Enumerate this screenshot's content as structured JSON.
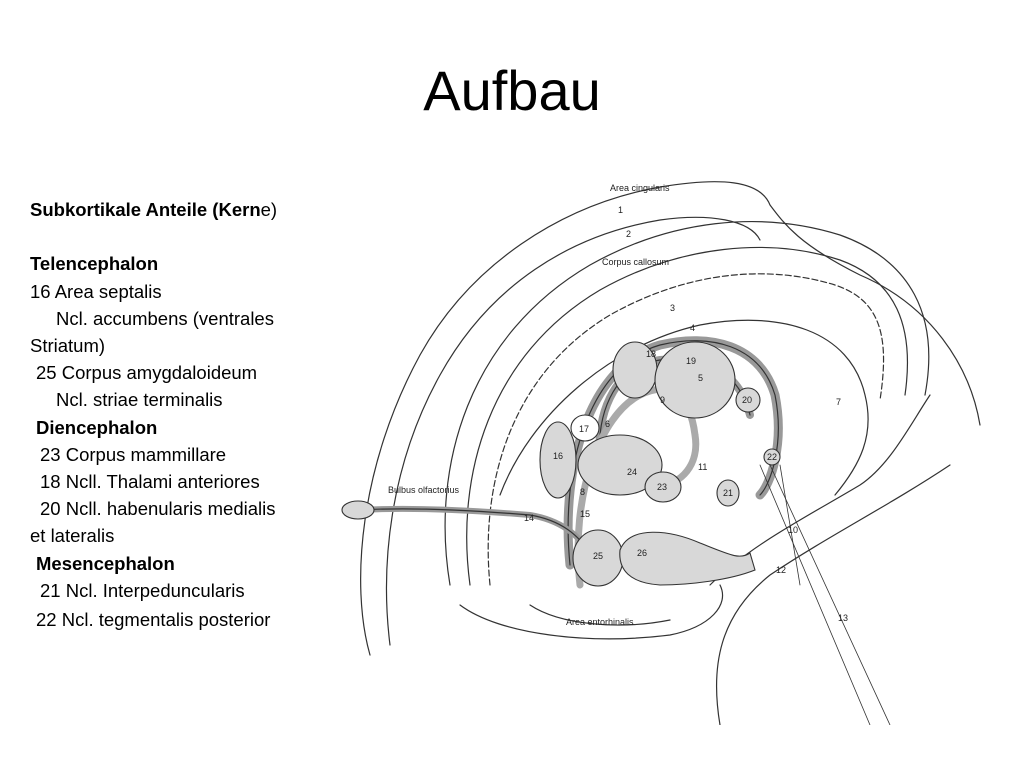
{
  "title": "Aufbau",
  "left_text": {
    "heading_a": "Subkortikale Anteile  (Kern",
    "heading_b": "e)",
    "telencephalon": "Telencephalon",
    "l16": "16 Area septalis",
    "accumbens_1": "Ncl. accumbens (ventrales",
    "accumbens_2": "Striatum)",
    "l25": "25 Corpus amygdaloideum",
    "striae": "Ncl. striae terminalis",
    "diencephalon": "Diencephalon",
    "l23": "23 Corpus mammillare",
    "l18": "18 Ncll. Thalami anteriores",
    "l20_1": "20 Ncll. habenularis medialis",
    "l20_2": "et lateralis",
    "mesencephalon": "Mesencephalon",
    "l21": "21 Ncl. Interpeduncularis",
    "l22": "22 Ncl. tegmentalis posterior"
  },
  "figure": {
    "labels": {
      "area_cingularis": "Area cingularis",
      "corpus_callosum": "Corpus callosum",
      "bulbus_olfactorius": "Bulbus olfactorius",
      "area_entorhinalis": "Area entorhinalis"
    },
    "numbers": {
      "n1": "1",
      "n2": "2",
      "n3": "3",
      "n4": "4",
      "n5": "5",
      "n6": "6",
      "n7": "7",
      "n8": "8",
      "n9": "9",
      "n10": "10",
      "n11": "11",
      "n12": "12",
      "n13": "13",
      "n14": "14",
      "n15": "15",
      "n16": "16",
      "n17": "17",
      "n18": "18",
      "n19": "19",
      "n20": "20",
      "n21": "21",
      "n22": "22",
      "n23": "23",
      "n24": "24",
      "n25": "25",
      "n26": "26"
    }
  }
}
